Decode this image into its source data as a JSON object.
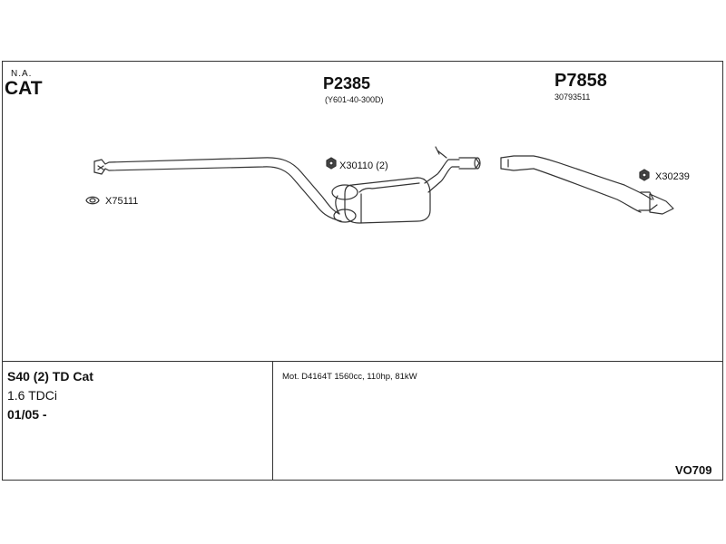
{
  "header": {
    "na_label": "N.A.",
    "cat_label": "CAT",
    "part1": {
      "number": "P2385",
      "ref": "(Y601-40-300D)"
    },
    "part2": {
      "number": "P7858",
      "ref": "30793511"
    }
  },
  "accessories": {
    "a1": "X30110 (2)",
    "a2": "X75111",
    "a3": "X30239"
  },
  "vehicle": {
    "model": "S40 (2) TD Cat",
    "engine": "1.6 TDCi",
    "date": "01/05 -"
  },
  "notes": {
    "motor": "Mot. D4164T 1560cc, 110hp, 81kW"
  },
  "footer": {
    "code": "VO709"
  }
}
